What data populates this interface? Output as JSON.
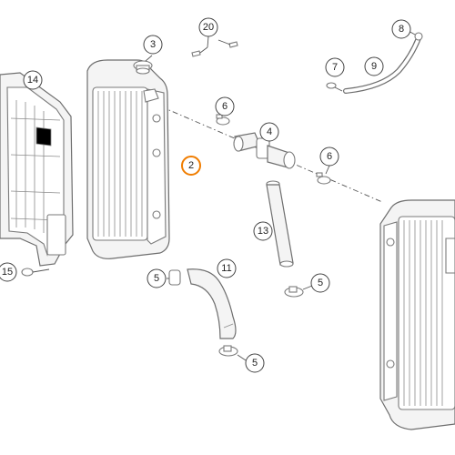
{
  "diagram": {
    "highlight_color": "#f07d00",
    "line_color": "#555555",
    "callouts": {
      "c14": "14",
      "c15": "15",
      "c3": "3",
      "c20": "20",
      "c2": "2",
      "c6a": "6",
      "c4": "4",
      "c6b": "6",
      "c8": "8",
      "c7": "7",
      "c9": "9",
      "c13": "13",
      "c5a": "5",
      "c11": "11",
      "c5b": "5",
      "c5c": "5"
    }
  }
}
